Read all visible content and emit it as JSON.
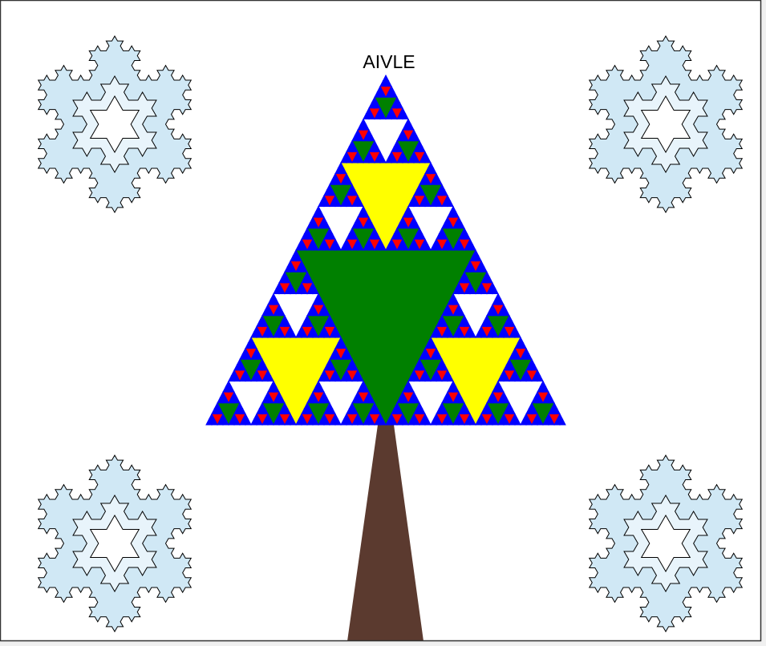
{
  "canvas": {
    "title": "AIVLE",
    "background_color": "#ffffff",
    "border_color": "#333333",
    "edge_color": "#f0f0f0"
  },
  "tree": {
    "recursion_depth": 6,
    "outline_color": "#0000ff",
    "level_colors": [
      "#008000",
      "#ffff00",
      "#ffffff",
      "#008000",
      "#ff0000",
      "#0000ff"
    ],
    "trunk_color": "#5b3a2f"
  },
  "snowflakes": {
    "count": 4,
    "fill_color": "#d0e8f5",
    "inner_fill_color": "#e8f4fb",
    "outline_color": "#000000",
    "layers": 3,
    "iterations": 3
  }
}
